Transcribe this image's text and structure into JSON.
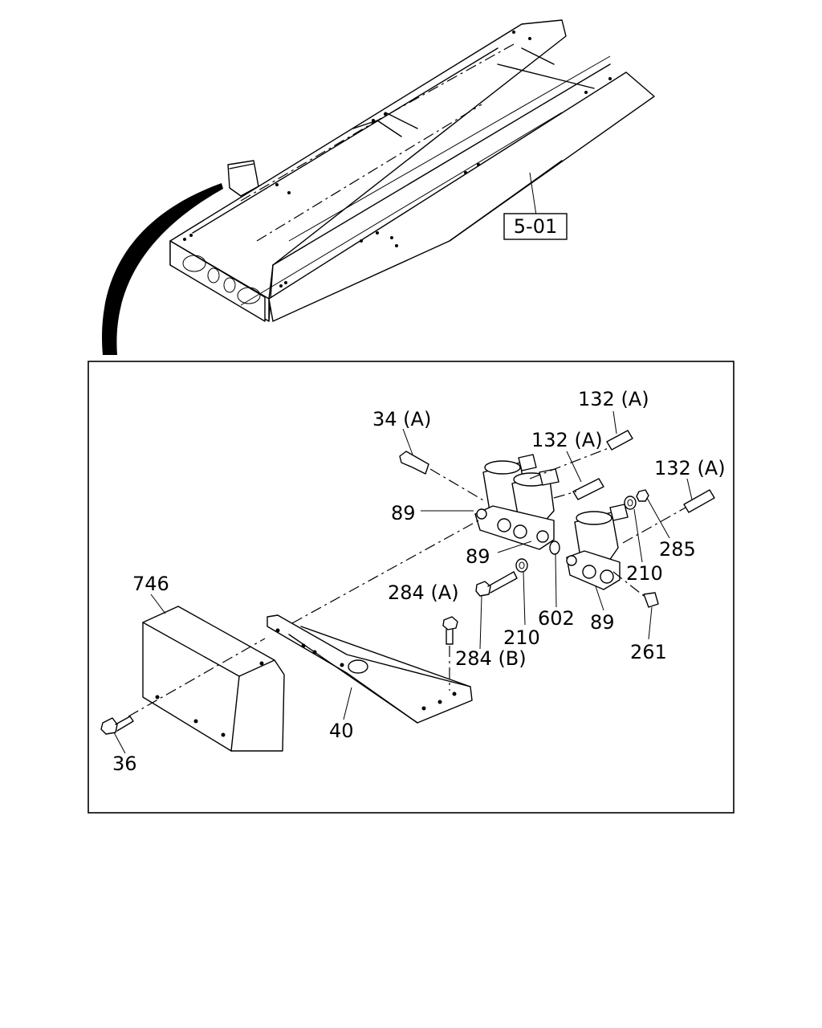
{
  "reference": {
    "label": "5-01"
  },
  "callouts": [
    {
      "id": "c-34a",
      "text": "34 (A)"
    },
    {
      "id": "c-132a-1",
      "text": "132 (A)"
    },
    {
      "id": "c-132a-2",
      "text": "132 (A)"
    },
    {
      "id": "c-132a-3",
      "text": "132 (A)"
    },
    {
      "id": "c-89-1",
      "text": "89"
    },
    {
      "id": "c-89-2",
      "text": "89"
    },
    {
      "id": "c-89-3",
      "text": "89"
    },
    {
      "id": "c-285",
      "text": "285"
    },
    {
      "id": "c-210-1",
      "text": "210"
    },
    {
      "id": "c-210-2",
      "text": "210"
    },
    {
      "id": "c-284a",
      "text": "284 (A)"
    },
    {
      "id": "c-284b",
      "text": "284 (B)"
    },
    {
      "id": "c-602",
      "text": "602"
    },
    {
      "id": "c-261",
      "text": "261"
    },
    {
      "id": "c-746",
      "text": "746"
    },
    {
      "id": "c-40",
      "text": "40"
    },
    {
      "id": "c-36",
      "text": "36"
    }
  ]
}
